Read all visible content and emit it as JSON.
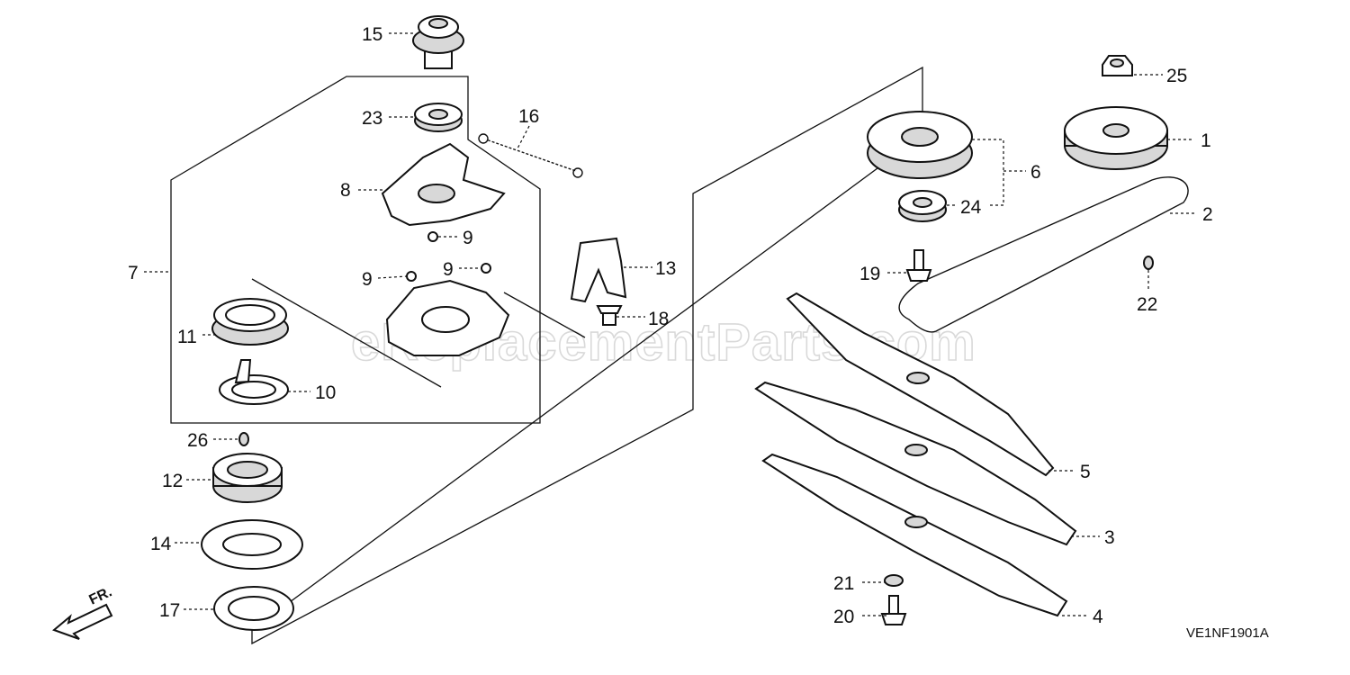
{
  "diagram_code": "VE1NF1901A",
  "watermark": "eReplacementParts.com",
  "direction_label": "FR.",
  "callouts": {
    "c1": "1",
    "c2": "2",
    "c3": "3",
    "c4": "4",
    "c5": "5",
    "c6": "6",
    "c7": "7",
    "c8": "8",
    "c9a": "9",
    "c9b": "9",
    "c9c": "9",
    "c10": "10",
    "c11": "11",
    "c12": "12",
    "c13": "13",
    "c14": "14",
    "c15": "15",
    "c16": "16",
    "c17": "17",
    "c18": "18",
    "c19": "19",
    "c20": "20",
    "c21": "21",
    "c22": "22",
    "c23": "23",
    "c24": "24",
    "c25": "25",
    "c26": "26"
  }
}
